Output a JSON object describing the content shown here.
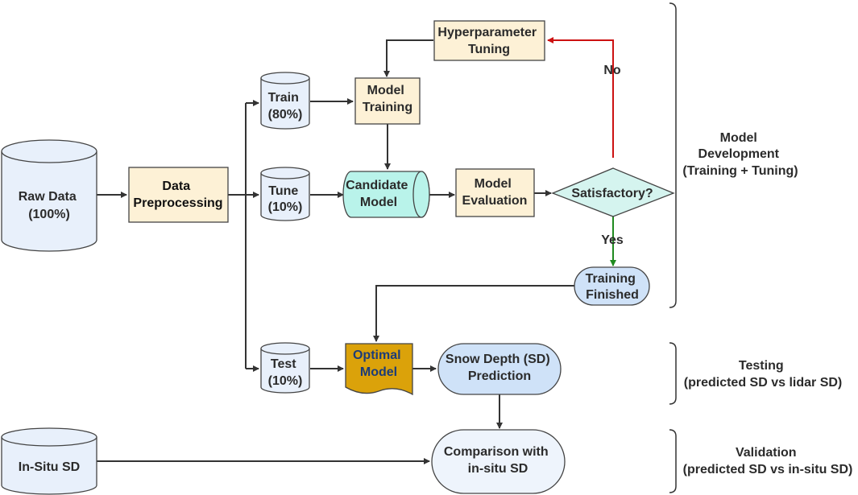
{
  "colors": {
    "cylinder_fill": "#e8f0fb",
    "process_fill": "#fdf1d6",
    "candidate_fill": "#b9f3ea",
    "optimal_fill": "#dba20a",
    "rounded_fill": "#cfe2f8",
    "decision_fill": "#d5f4ef",
    "comparison_fill": "#eef4fc",
    "line": "#333333",
    "no_line": "#cc1111",
    "yes_line": "#1f8a1f"
  },
  "nodes": {
    "raw_data": {
      "lines": [
        "Raw Data",
        "(100%)"
      ]
    },
    "in_situ": {
      "lines": [
        "In-Situ SD"
      ]
    },
    "preprocessing": {
      "lines": [
        "Data",
        "Preprocessing"
      ]
    },
    "train": {
      "lines": [
        "Train",
        "(80%)"
      ]
    },
    "tune": {
      "lines": [
        "Tune",
        "(10%)"
      ]
    },
    "test": {
      "lines": [
        "Test",
        "(10%)"
      ]
    },
    "model_training": {
      "lines": [
        "Model",
        "Training"
      ]
    },
    "hyperparameter": {
      "lines": [
        "Hyperparameter",
        "Tuning"
      ]
    },
    "candidate": {
      "lines": [
        "Candidate",
        "Model"
      ]
    },
    "evaluation": {
      "lines": [
        "Model",
        "Evaluation"
      ]
    },
    "decision": {
      "lines": [
        "Satisfactory?"
      ]
    },
    "finished": {
      "lines": [
        "Training",
        "Finished"
      ]
    },
    "optimal": {
      "lines": [
        "Optimal",
        "Model"
      ]
    },
    "prediction": {
      "lines": [
        "Snow Depth (SD)",
        "Prediction"
      ]
    },
    "comparison": {
      "lines": [
        "Comparison with",
        "in-situ SD"
      ]
    }
  },
  "edge_labels": {
    "no": "No",
    "yes": "Yes"
  },
  "sections": {
    "development": {
      "lines": [
        "Model",
        "Development",
        "(Training + Tuning)"
      ]
    },
    "testing": {
      "lines": [
        "Testing",
        "(predicted SD vs lidar SD)"
      ]
    },
    "validation": {
      "lines": [
        "Validation",
        "(predicted SD vs in-situ SD)"
      ]
    }
  }
}
